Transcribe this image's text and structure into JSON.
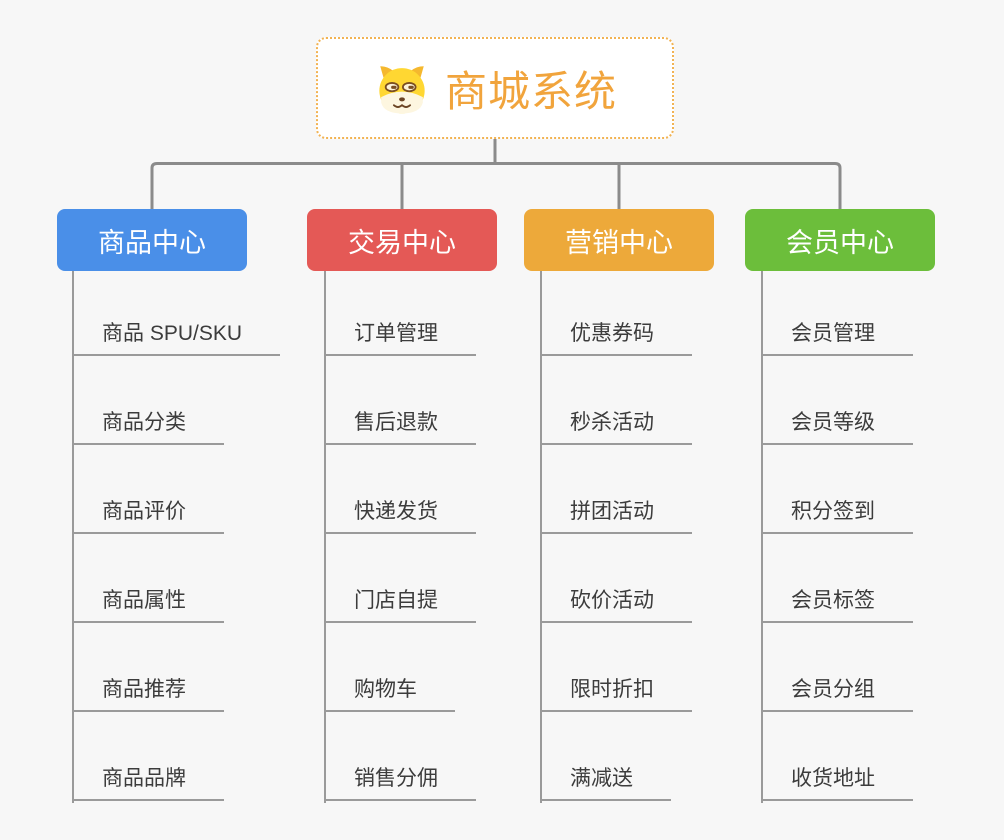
{
  "root": {
    "title": "商城系统",
    "icon": "doge-icon"
  },
  "branches": [
    {
      "id": "product",
      "label": "商品中心",
      "color": "#4a8fe8",
      "children": [
        "商品 SPU/SKU",
        "商品分类",
        "商品评价",
        "商品属性",
        "商品推荐",
        "商品品牌"
      ]
    },
    {
      "id": "trade",
      "label": "交易中心",
      "color": "#e45956",
      "children": [
        "订单管理",
        "售后退款",
        "快递发货",
        "门店自提",
        "购物车",
        "销售分佣"
      ]
    },
    {
      "id": "marketing",
      "label": "营销中心",
      "color": "#eda93a",
      "children": [
        "优惠券码",
        "秒杀活动",
        "拼团活动",
        "砍价活动",
        "限时折扣",
        "满减送"
      ]
    },
    {
      "id": "member",
      "label": "会员中心",
      "color": "#6cbe3b",
      "children": [
        "会员管理",
        "会员等级",
        "积分签到",
        "会员标签",
        "会员分组",
        "收货地址"
      ]
    }
  ],
  "colors": {
    "background": "#f7f7f7",
    "root_border": "#f2b353",
    "root_title": "#f1a43c",
    "connector_line": "#8b8b8b",
    "leaf_line": "#9a9a9a",
    "leaf_text": "#3c3c3c"
  }
}
